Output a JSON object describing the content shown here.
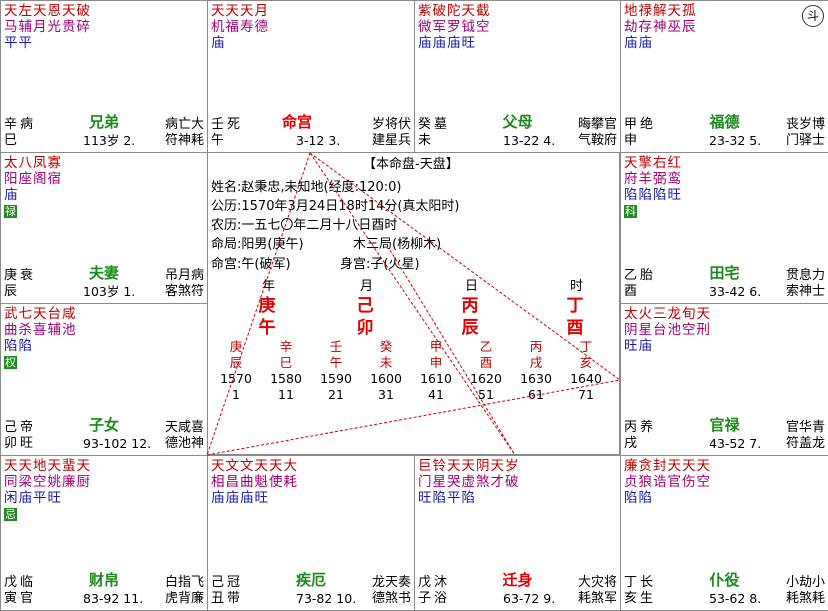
{
  "center": {
    "title": "【本命盘-天盘】",
    "info": [
      "姓名:赵秉忠,未知地(经度:120:0)",
      "公历:1570年3月24日18时14分(真太阳时)",
      "农历:一五七〇年二月十八日酉时"
    ],
    "juming": "命局:阳男(庚午)",
    "juming2": "木三局(杨柳木)",
    "minggong": "命宫:午(破军)",
    "shengong": "身宫:子(火星)",
    "pillar_headers": [
      "年",
      "月",
      "日",
      "时"
    ],
    "pillars": [
      {
        "stem": "庚",
        "branch": "午"
      },
      {
        "stem": "己",
        "branch": "卯"
      },
      {
        "stem": "丙",
        "branch": "辰"
      },
      {
        "stem": "丁",
        "branch": "酉"
      }
    ],
    "dayun": [
      {
        "gz1": "庚",
        "gz2": "辰",
        "year": "1570",
        "age": "1"
      },
      {
        "gz1": "辛",
        "gz2": "巳",
        "year": "1580",
        "age": "11"
      },
      {
        "gz1": "壬",
        "gz2": "午",
        "year": "1590",
        "age": "21"
      },
      {
        "gz1": "癸",
        "gz2": "未",
        "year": "1600",
        "age": "31"
      },
      {
        "gz1": "甲",
        "gz2": "申",
        "year": "1610",
        "age": "41"
      },
      {
        "gz1": "乙",
        "gz2": "酉",
        "year": "1620",
        "age": "51"
      },
      {
        "gz1": "丙",
        "gz2": "戌",
        "year": "1630",
        "age": "61"
      },
      {
        "gz1": "丁",
        "gz2": "亥",
        "year": "1640",
        "age": "71"
      }
    ]
  },
  "dou_label": "斗",
  "palaces": [
    {
      "id": "si",
      "r1": "天左天恩天破",
      "r2": "马辅月光贵碎",
      "r3": "平平",
      "sihua": "",
      "stem": "辛",
      "branch": "巳",
      "changsheng": "病",
      "name": "兄弟",
      "red": false,
      "daxian": "113岁 2.",
      "br1": "病亡大",
      "br2": "符神耗"
    },
    {
      "id": "wu",
      "r1": "天天天月",
      "r2": "机福寿德",
      "r3": "庙",
      "sihua": "",
      "stem": "壬",
      "branch": "午",
      "changsheng": "死",
      "name": "命宫",
      "red": true,
      "daxian": "3-12 3.",
      "br1": "岁将伏",
      "br2": "建星兵"
    },
    {
      "id": "wei",
      "r1": "紫破陀天截",
      "r2": "微军罗钺空",
      "r3": "庙庙庙旺",
      "sihua": "",
      "stem": "癸",
      "branch": "未",
      "changsheng": "墓",
      "name": "父母",
      "red": false,
      "daxian": "13-22 4.",
      "br1": "晦攀官",
      "br2": "气鞍府"
    },
    {
      "id": "shen",
      "r1": "地禄解天孤",
      "r2": "劫存神巫辰",
      "r3": "庙庙",
      "sihua": "",
      "stem": "甲",
      "branch": "申",
      "changsheng": "绝",
      "name": "福德",
      "red": false,
      "daxian": "23-32 5.",
      "br1": "丧岁博",
      "br2": "门驿士"
    },
    {
      "id": "chen",
      "r1": "太八凤寡",
      "r2": "阳座阁宿",
      "r3": "庙",
      "sihua": "禄",
      "stem": "庚",
      "branch": "辰",
      "changsheng": "衰",
      "name": "夫妻",
      "red": false,
      "daxian": "103岁 1.",
      "br1": "吊月病",
      "br2": "客煞符"
    },
    {
      "id": "you",
      "r1": "天擎右红",
      "r2": "府羊弼鸾",
      "r3": "陷陷陷旺",
      "sihua": "科",
      "stem": "乙",
      "branch": "酉",
      "changsheng": "胎",
      "name": "田宅",
      "red": false,
      "daxian": "33-42 6.",
      "br1": "贯息力",
      "br2": "索神士"
    },
    {
      "id": "mao",
      "r1": "武七天台咸",
      "r2": "曲杀喜辅池",
      "r3": "陷陷",
      "sihua": "权",
      "stem": "己",
      "branch": "卯",
      "changsheng": "帝旺",
      "name": "子女",
      "red": false,
      "daxian": "93-102 12.",
      "br1": "天咸喜",
      "br2": "德池神"
    },
    {
      "id": "xu",
      "r1": "太火三龙旬天",
      "r2": "阴星台池空刑",
      "r3": "旺庙",
      "sihua": "",
      "stem": "丙",
      "branch": "戌",
      "changsheng": "养",
      "name": "官禄",
      "red": false,
      "daxian": "43-52 7.",
      "br1": "官华青",
      "br2": "符盖龙"
    },
    {
      "id": "yin",
      "r1": "天天地天蜚天",
      "r2": "同梁空姚廉厨",
      "r3": "闲庙平旺",
      "sihua": "忌",
      "stem": "戊",
      "branch": "寅",
      "changsheng": "临官",
      "name": "财帛",
      "red": false,
      "daxian": "83-92 11.",
      "br1": "白指飞",
      "br2": "虎背廉"
    },
    {
      "id": "chou",
      "r1": "天文文天天大",
      "r2": "相昌曲魁使耗",
      "r3": "庙庙庙旺",
      "sihua": "",
      "stem": "己",
      "branch": "丑",
      "changsheng": "冠带",
      "name": "疾厄",
      "red": false,
      "daxian": "73-82 10.",
      "br1": "龙天奏",
      "br2": "德煞书"
    },
    {
      "id": "zi",
      "r1": "巨铃天天阴天岁",
      "r2": "门星哭虚煞才破",
      "r3": "旺陷平陷",
      "sihua": "",
      "stem": "戊",
      "branch": "子",
      "changsheng": "沐浴",
      "name": "迁身",
      "red": true,
      "daxian": "63-72 9.",
      "br1": "大灾将",
      "br2": "耗煞军"
    },
    {
      "id": "hai",
      "r1": "廉贪封天天天",
      "r2": "贞狼诰官伤空",
      "r3": "陷陷",
      "sihua": "",
      "stem": "丁",
      "branch": "亥",
      "changsheng": "长生",
      "name": "仆役",
      "red": false,
      "daxian": "53-62 8.",
      "br1": "小劫小",
      "br2": "耗煞耗"
    }
  ]
}
